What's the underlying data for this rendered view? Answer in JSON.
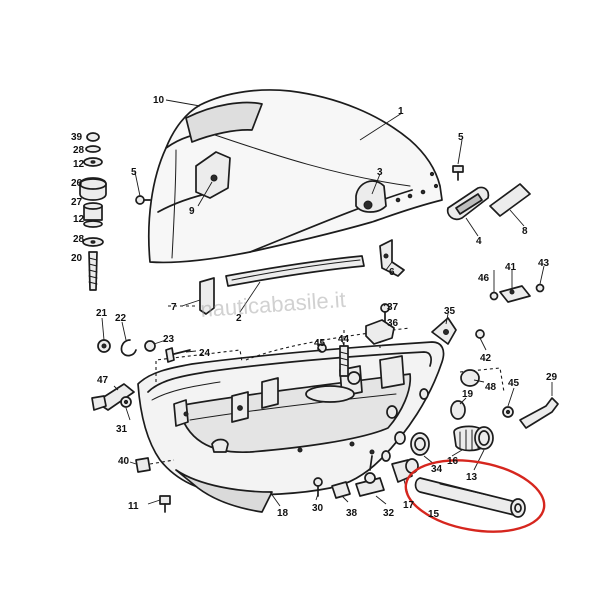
{
  "watermark": "nauticabasile.it",
  "highlight_color": "#d6261e",
  "highlighted_part": "15",
  "labels": {
    "p1": "1",
    "p2": "2",
    "p3": "3",
    "p4": "4",
    "p5a": "5",
    "p5b": "5",
    "p6": "6",
    "p7": "7",
    "p8": "8",
    "p9": "9",
    "p10": "10",
    "p11": "11",
    "p12a": "12",
    "p12b": "12",
    "p13": "13",
    "p15": "15",
    "p16": "16",
    "p17": "17",
    "p18": "18",
    "p19": "19",
    "p20": "20",
    "p21": "21",
    "p22": "22",
    "p23": "23",
    "p24": "24",
    "p26": "26",
    "p27": "27",
    "p28a": "28",
    "p28b": "28",
    "p29": "29",
    "p30": "30",
    "p31": "31",
    "p32": "32",
    "p34": "34",
    "p35": "35",
    "p36": "36",
    "p37": "37",
    "p38": "38",
    "p39": "39",
    "p40": "40",
    "p41": "41",
    "p42": "42",
    "p43": "43",
    "p44": "44",
    "p45a": "45",
    "p45b": "45",
    "p46": "46",
    "p47": "47",
    "p48": "48"
  }
}
